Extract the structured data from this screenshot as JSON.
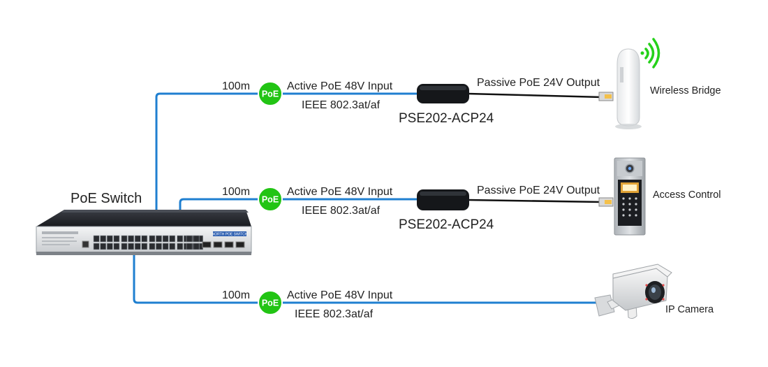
{
  "switch": {
    "label": "PoE Switch",
    "brand_badge": "NORTH POE SWITCH"
  },
  "colors": {
    "cable_blue": "#1f7fd0",
    "poe_green": "#22c414",
    "cable_black": "#111111",
    "wifi_green": "#25d11a"
  },
  "links": [
    {
      "distance": "100m",
      "poe_badge": "PoE",
      "input_label": "Active PoE 48V Input",
      "standard_label": "IEEE 802.3at/af",
      "output_label": "Passive PoE 24V Output",
      "model": "PSE202-ACP24",
      "device": "Wireless Bridge"
    },
    {
      "distance": "100m",
      "poe_badge": "PoE",
      "input_label": "Active PoE 48V Input",
      "standard_label": "IEEE 802.3at/af",
      "output_label": "Passive PoE 24V Output",
      "model": "PSE202-ACP24",
      "device": "Access Control"
    },
    {
      "distance": "100m",
      "poe_badge": "PoE",
      "input_label": "Active PoE 48V Input",
      "standard_label": "IEEE 802.3at/af",
      "device": "IP Camera"
    }
  ]
}
